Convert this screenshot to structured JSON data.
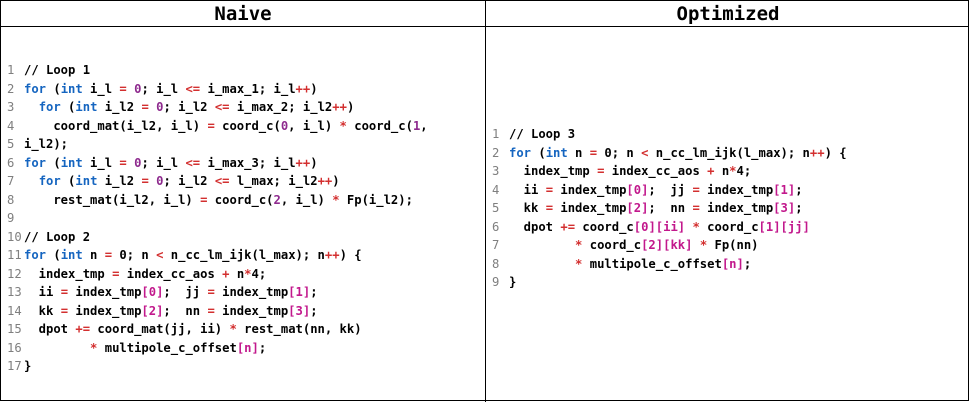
{
  "headers": {
    "naive": "Naive",
    "optimized": "Optimized"
  },
  "colors": {
    "keyword": "#1565c0",
    "operator": "#d32f2f",
    "number": "#8e2a8e",
    "index": "#c2188c",
    "line_number": "#7f7f7f",
    "border": "#000000"
  },
  "naive_code": [
    {
      "n": "1",
      "t": [
        [
          "c",
          "// Loop 1"
        ]
      ]
    },
    {
      "n": "2",
      "t": [
        [
          "k",
          "for"
        ],
        [
          "p",
          " ("
        ],
        [
          "k",
          "int"
        ],
        [
          "p",
          " i_l "
        ],
        [
          "o",
          "="
        ],
        [
          "p",
          " "
        ],
        [
          "m",
          "0"
        ],
        [
          "p",
          "; i_l "
        ],
        [
          "o",
          "<="
        ],
        [
          "p",
          " i_max_1; i_l"
        ],
        [
          "o",
          "++"
        ],
        [
          "p",
          ")"
        ]
      ]
    },
    {
      "n": "3",
      "t": [
        [
          "p",
          "  "
        ],
        [
          "k",
          "for"
        ],
        [
          "p",
          " ("
        ],
        [
          "k",
          "int"
        ],
        [
          "p",
          " i_l2 "
        ],
        [
          "o",
          "="
        ],
        [
          "p",
          " "
        ],
        [
          "m",
          "0"
        ],
        [
          "p",
          "; i_l2 "
        ],
        [
          "o",
          "<="
        ],
        [
          "p",
          " i_max_2; i_l2"
        ],
        [
          "o",
          "++"
        ],
        [
          "p",
          ")"
        ]
      ]
    },
    {
      "n": "4",
      "t": [
        [
          "p",
          "    coord_mat(i_l2, i_l) "
        ],
        [
          "o",
          "="
        ],
        [
          "p",
          " coord_c("
        ],
        [
          "m",
          "0"
        ],
        [
          "p",
          ", i_l) "
        ],
        [
          "o",
          "*"
        ],
        [
          "p",
          " coord_c("
        ],
        [
          "m",
          "1"
        ],
        [
          "p",
          ","
        ]
      ]
    },
    {
      "n": "5",
      "t": [
        [
          "p",
          "i_l2);"
        ]
      ]
    },
    {
      "n": "6",
      "t": [
        [
          "k",
          "for"
        ],
        [
          "p",
          " ("
        ],
        [
          "k",
          "int"
        ],
        [
          "p",
          " i_l "
        ],
        [
          "o",
          "="
        ],
        [
          "p",
          " "
        ],
        [
          "m",
          "0"
        ],
        [
          "p",
          "; i_l "
        ],
        [
          "o",
          "<="
        ],
        [
          "p",
          " i_max_3; i_l"
        ],
        [
          "o",
          "++"
        ],
        [
          "p",
          ")"
        ]
      ]
    },
    {
      "n": "7",
      "t": [
        [
          "p",
          "  "
        ],
        [
          "k",
          "for"
        ],
        [
          "p",
          " ("
        ],
        [
          "k",
          "int"
        ],
        [
          "p",
          " i_l2 "
        ],
        [
          "o",
          "="
        ],
        [
          "p",
          " "
        ],
        [
          "m",
          "0"
        ],
        [
          "p",
          "; i_l2 "
        ],
        [
          "o",
          "<="
        ],
        [
          "p",
          " l_max; i_l2"
        ],
        [
          "o",
          "++"
        ],
        [
          "p",
          ")"
        ]
      ]
    },
    {
      "n": "8",
      "t": [
        [
          "p",
          "    rest_mat(i_l2, i_l) "
        ],
        [
          "o",
          "="
        ],
        [
          "p",
          " coord_c("
        ],
        [
          "m",
          "2"
        ],
        [
          "p",
          ", i_l) "
        ],
        [
          "o",
          "*"
        ],
        [
          "p",
          " Fp(i_l2);"
        ]
      ]
    },
    {
      "n": "9",
      "t": [
        [
          "p",
          ""
        ]
      ]
    },
    {
      "n": "10",
      "t": [
        [
          "c",
          "// Loop 2"
        ]
      ]
    },
    {
      "n": "11",
      "t": [
        [
          "k",
          "for"
        ],
        [
          "p",
          " ("
        ],
        [
          "k",
          "int"
        ],
        [
          "p",
          " n "
        ],
        [
          "o",
          "="
        ],
        [
          "p",
          " 0; n "
        ],
        [
          "o",
          "<"
        ],
        [
          "p",
          " n_cc_lm_ijk(l_max); n"
        ],
        [
          "o",
          "++"
        ],
        [
          "p",
          ") {"
        ]
      ]
    },
    {
      "n": "12",
      "t": [
        [
          "p",
          "  index_tmp "
        ],
        [
          "o",
          "="
        ],
        [
          "p",
          " index_cc_aos "
        ],
        [
          "o",
          "+"
        ],
        [
          "p",
          " n"
        ],
        [
          "o",
          "*"
        ],
        [
          "p",
          "4;"
        ]
      ]
    },
    {
      "n": "13",
      "t": [
        [
          "p",
          "  ii "
        ],
        [
          "o",
          "="
        ],
        [
          "p",
          " index_tmp"
        ],
        [
          "i",
          "[0]"
        ],
        [
          "p",
          ";  jj "
        ],
        [
          "o",
          "="
        ],
        [
          "p",
          " index_tmp"
        ],
        [
          "i",
          "[1]"
        ],
        [
          "p",
          ";"
        ]
      ]
    },
    {
      "n": "14",
      "t": [
        [
          "p",
          "  kk "
        ],
        [
          "o",
          "="
        ],
        [
          "p",
          " index_tmp"
        ],
        [
          "i",
          "[2]"
        ],
        [
          "p",
          ";  nn "
        ],
        [
          "o",
          "="
        ],
        [
          "p",
          " index_tmp"
        ],
        [
          "i",
          "[3]"
        ],
        [
          "p",
          ";"
        ]
      ]
    },
    {
      "n": "15",
      "t": [
        [
          "p",
          "  dpot "
        ],
        [
          "o",
          "+="
        ],
        [
          "p",
          " coord_mat(jj, ii) "
        ],
        [
          "o",
          "*"
        ],
        [
          "p",
          " rest_mat(nn, kk)"
        ]
      ]
    },
    {
      "n": "16",
      "t": [
        [
          "p",
          "         "
        ],
        [
          "o",
          "*"
        ],
        [
          "p",
          " multipole_c_offset"
        ],
        [
          "i",
          "[n]"
        ],
        [
          "p",
          ";"
        ]
      ]
    },
    {
      "n": "17",
      "t": [
        [
          "p",
          "}"
        ]
      ]
    }
  ],
  "optimized_code": [
    {
      "n": "1",
      "t": [
        [
          "c",
          "// Loop 3"
        ]
      ]
    },
    {
      "n": "2",
      "t": [
        [
          "k",
          "for"
        ],
        [
          "p",
          " ("
        ],
        [
          "k",
          "int"
        ],
        [
          "p",
          " n "
        ],
        [
          "o",
          "="
        ],
        [
          "p",
          " 0; n "
        ],
        [
          "o",
          "<"
        ],
        [
          "p",
          " n_cc_lm_ijk(l_max); n"
        ],
        [
          "o",
          "++"
        ],
        [
          "p",
          ") {"
        ]
      ]
    },
    {
      "n": "3",
      "t": [
        [
          "p",
          "  index_tmp "
        ],
        [
          "o",
          "="
        ],
        [
          "p",
          " index_cc_aos "
        ],
        [
          "o",
          "+"
        ],
        [
          "p",
          " n"
        ],
        [
          "o",
          "*"
        ],
        [
          "p",
          "4;"
        ]
      ]
    },
    {
      "n": "4",
      "t": [
        [
          "p",
          "  ii "
        ],
        [
          "o",
          "="
        ],
        [
          "p",
          " index_tmp"
        ],
        [
          "i",
          "[0]"
        ],
        [
          "p",
          ";  jj "
        ],
        [
          "o",
          "="
        ],
        [
          "p",
          " index_tmp"
        ],
        [
          "i",
          "[1]"
        ],
        [
          "p",
          ";"
        ]
      ]
    },
    {
      "n": "5",
      "t": [
        [
          "p",
          "  kk "
        ],
        [
          "o",
          "="
        ],
        [
          "p",
          " index_tmp"
        ],
        [
          "i",
          "[2]"
        ],
        [
          "p",
          ";  nn "
        ],
        [
          "o",
          "="
        ],
        [
          "p",
          " index_tmp"
        ],
        [
          "i",
          "[3]"
        ],
        [
          "p",
          ";"
        ]
      ]
    },
    {
      "n": "6",
      "t": [
        [
          "p",
          "  dpot "
        ],
        [
          "o",
          "+="
        ],
        [
          "p",
          " coord_c"
        ],
        [
          "i",
          "[0]"
        ],
        [
          "i",
          "[ii]"
        ],
        [
          "p",
          " "
        ],
        [
          "o",
          "*"
        ],
        [
          "p",
          " coord_c"
        ],
        [
          "i",
          "[1]"
        ],
        [
          "i",
          "[jj]"
        ]
      ]
    },
    {
      "n": "7",
      "t": [
        [
          "p",
          "         "
        ],
        [
          "o",
          "*"
        ],
        [
          "p",
          " coord_c"
        ],
        [
          "i",
          "[2]"
        ],
        [
          "i",
          "[kk]"
        ],
        [
          "p",
          " "
        ],
        [
          "o",
          "*"
        ],
        [
          "p",
          " Fp(nn)"
        ]
      ]
    },
    {
      "n": "8",
      "t": [
        [
          "p",
          "         "
        ],
        [
          "o",
          "*"
        ],
        [
          "p",
          " multipole_c_offset"
        ],
        [
          "i",
          "[n]"
        ],
        [
          "p",
          ";"
        ]
      ]
    },
    {
      "n": "9",
      "t": [
        [
          "p",
          "}"
        ]
      ]
    }
  ]
}
